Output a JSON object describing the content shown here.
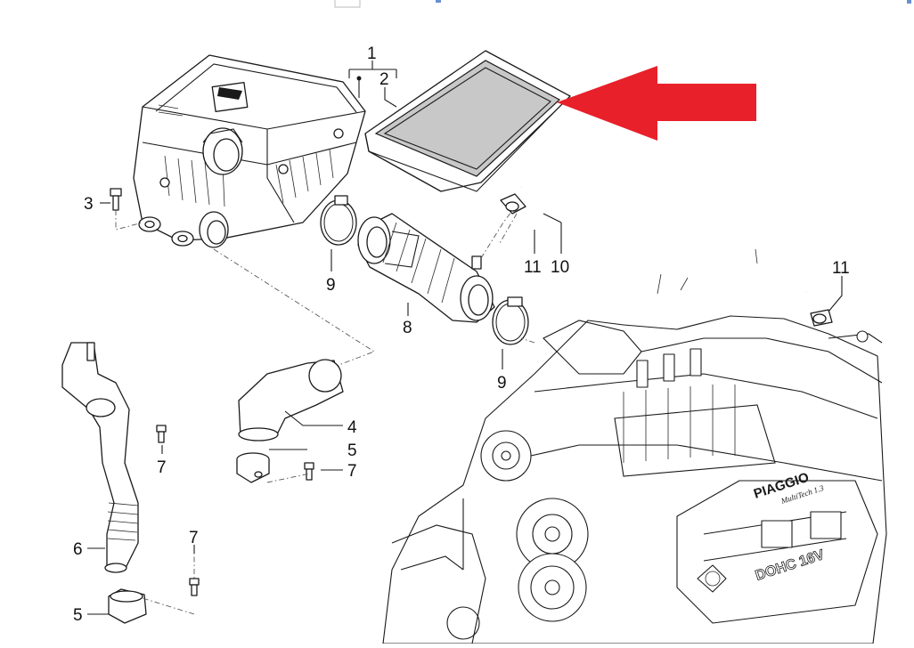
{
  "callouts": {
    "c1": "1",
    "c2": "2",
    "c3": "3",
    "c4": "4",
    "c5a": "5",
    "c5b": "5",
    "c6": "6",
    "c7a": "7",
    "c7b": "7",
    "c7c": "7",
    "c8": "8",
    "c9a": "9",
    "c9b": "9",
    "c10": "10",
    "c11a": "11",
    "c11b": "11"
  },
  "engine_text": {
    "brand": "PIAGGIO",
    "model": "MultiTech 1.3",
    "cover": "DOHC 16V"
  },
  "colors": {
    "arrow": "#e8202a",
    "filter_media": "#c8c8c8",
    "line": "#1a1a1a"
  },
  "icons": {
    "highlight_arrow": "arrow-left-icon"
  }
}
